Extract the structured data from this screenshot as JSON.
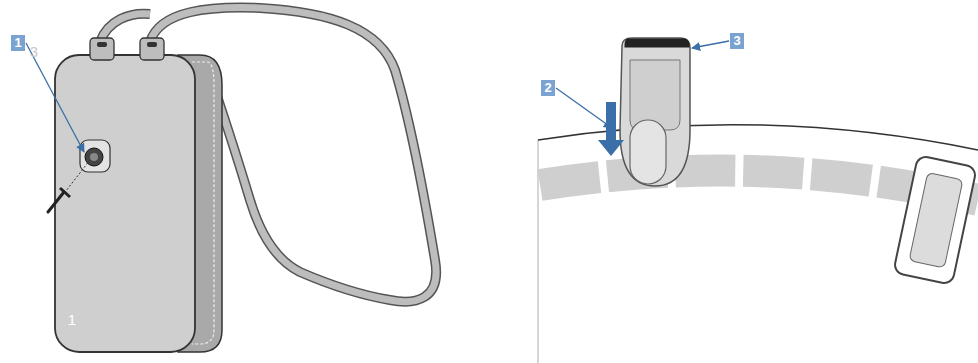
{
  "diagram": {
    "labels": [
      "3",
      "1",
      "1",
      "2",
      "3"
    ]
  }
}
